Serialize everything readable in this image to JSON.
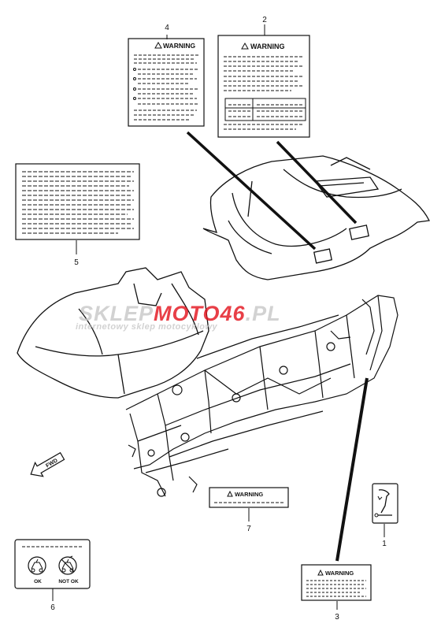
{
  "parts": [
    {
      "number": "1",
      "label": ""
    },
    {
      "number": "2",
      "label": "WARNING"
    },
    {
      "number": "3",
      "label": "WARNING"
    },
    {
      "number": "4",
      "label": "WARNING"
    },
    {
      "number": "5",
      "label": ""
    },
    {
      "number": "6",
      "label": ""
    },
    {
      "number": "7",
      "label": "WARNING"
    }
  ],
  "label6": {
    "ok_text": "OK",
    "not_ok_text": "NOT OK"
  },
  "fwd_text": "FWD",
  "watermark": {
    "brand_left": "SKLEP",
    "brand_mid": "MOTO",
    "brand_num": "46",
    "brand_tld": ".PL",
    "tagline": "internetowy sklep motocyklowy"
  },
  "colors": {
    "line": "#111111",
    "watermark_red": "#e3101a",
    "watermark_grey": "#c8c8c8"
  }
}
